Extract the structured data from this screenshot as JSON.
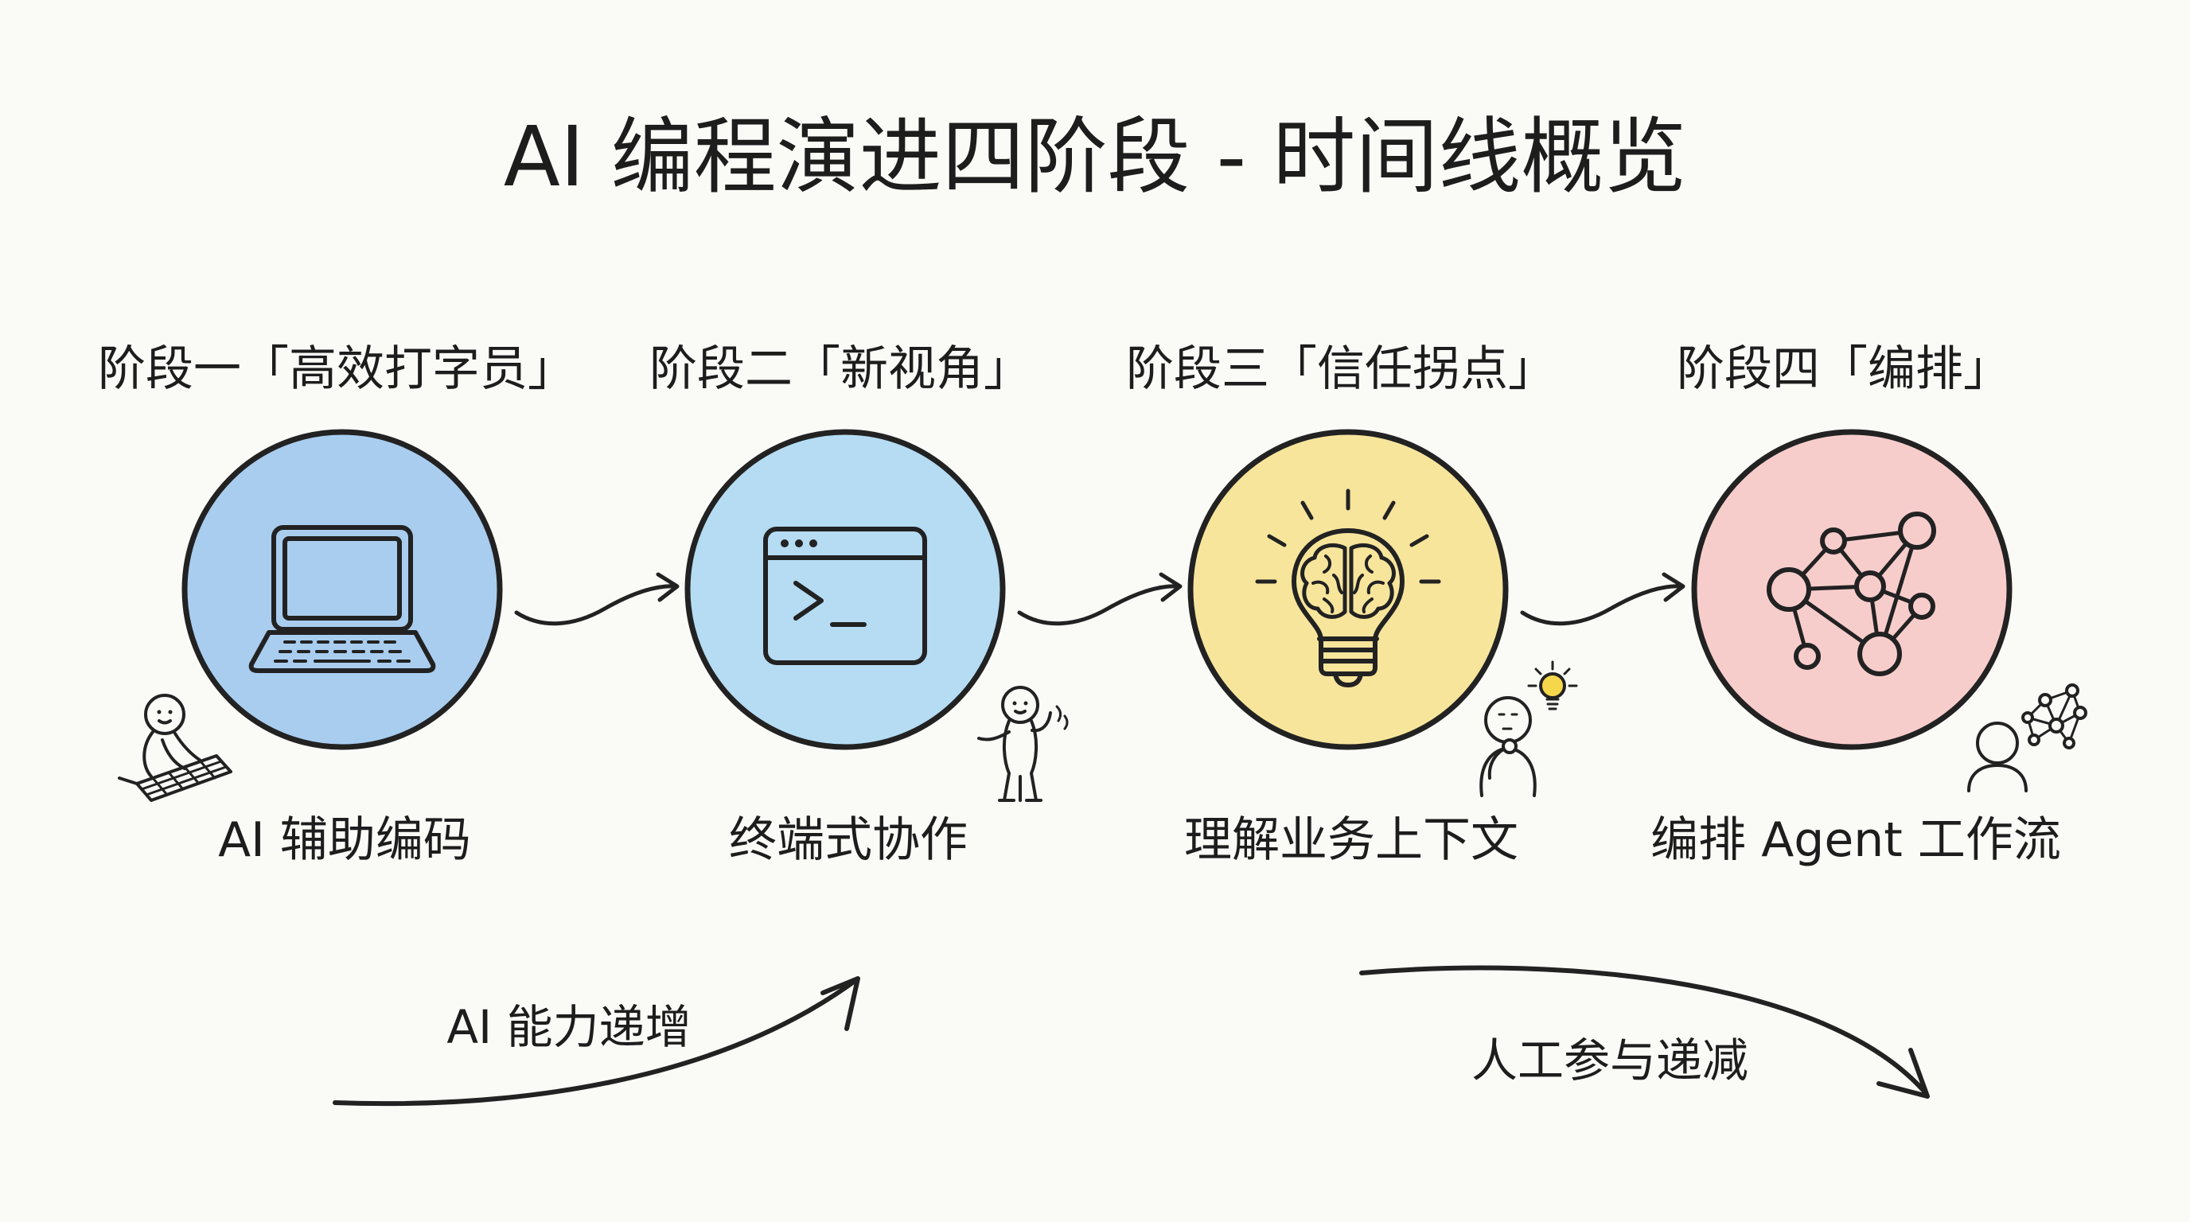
{
  "title": "AI 编程演进四阶段 - 时间线概览",
  "stages": [
    {
      "label": "阶段一「高效打字员」",
      "caption": "AI 辅助编码",
      "color": "#a9cdef",
      "icon": "laptop-icon",
      "figure": "person-typing-icon"
    },
    {
      "label": "阶段二「新视角」",
      "caption": "终端式协作",
      "color": "#b5dcf3",
      "icon": "terminal-icon",
      "figure": "person-waving-icon"
    },
    {
      "label": "阶段三「信任拐点」",
      "caption": "理解业务上下文",
      "color": "#f7e59c",
      "icon": "lightbulb-brain-icon",
      "figure": "person-thinking-icon"
    },
    {
      "label": "阶段四「编排」",
      "caption": "编排 Agent 工作流",
      "color": "#f7cdcc",
      "icon": "network-graph-icon",
      "figure": "person-network-icon"
    }
  ],
  "trends": {
    "ai_capability": "AI 能力递增",
    "human_involvement": "人工参与递减"
  },
  "colors": {
    "background": "#fafaf7",
    "ink": "#222222",
    "bulb": "#f6d64a"
  }
}
